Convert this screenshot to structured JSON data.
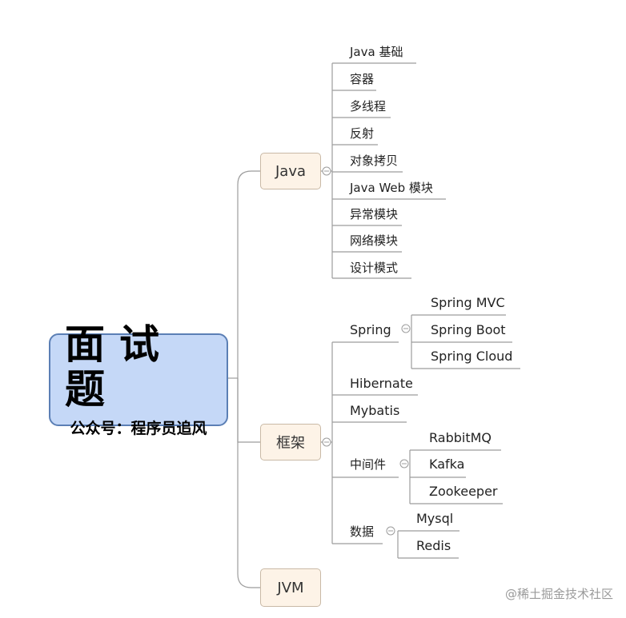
{
  "root": {
    "title": "面试题",
    "subtitle": "公众号：程序员追风"
  },
  "branches": {
    "java": {
      "label": "Java",
      "items": [
        "Java 基础",
        "容器",
        "多线程",
        "反射",
        "对象拷贝",
        "Java Web 模块",
        "异常模块",
        "网络模块",
        "设计模式"
      ]
    },
    "framework": {
      "label": "框架",
      "spring": {
        "label": "Spring",
        "items": [
          "Spring MVC",
          "Spring Boot",
          "Spring Cloud"
        ]
      },
      "hibernate": "Hibernate",
      "mybatis": "Mybatis",
      "middleware": {
        "label": "中间件",
        "items": [
          "RabbitMQ",
          "Kafka",
          "Zookeeper"
        ]
      },
      "data": {
        "label": "数据",
        "items": [
          "Mysql",
          "Redis"
        ]
      }
    },
    "jvm": {
      "label": "JVM"
    }
  },
  "watermark": "@稀土掘金技术社区",
  "colors": {
    "root_fill": "#c5d8f7",
    "root_border": "#5b7fb5",
    "branch_fill": "#fdf3e7",
    "line": "#9c9c9c"
  }
}
